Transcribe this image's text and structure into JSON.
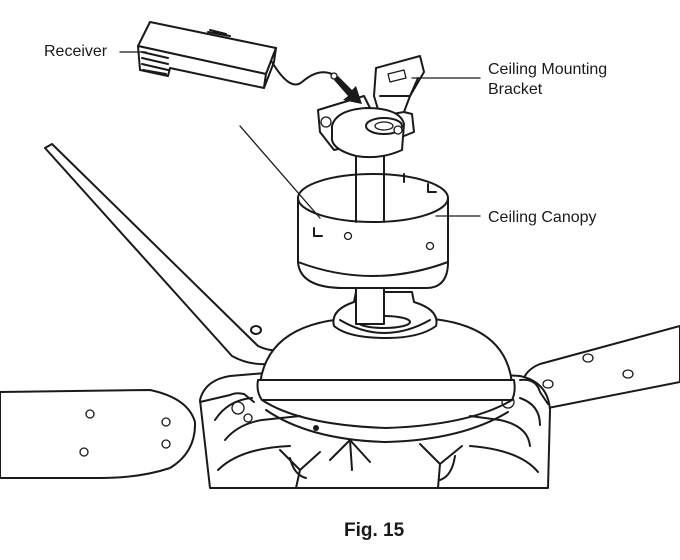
{
  "labels": {
    "receiver": "Receiver",
    "bracket_line1": "Ceiling Mounting",
    "bracket_line2": "Bracket",
    "canopy": "Ceiling Canopy"
  },
  "caption": "Fig. 15",
  "colors": {
    "ink": "#1a1a1a",
    "background": "#ffffff"
  }
}
